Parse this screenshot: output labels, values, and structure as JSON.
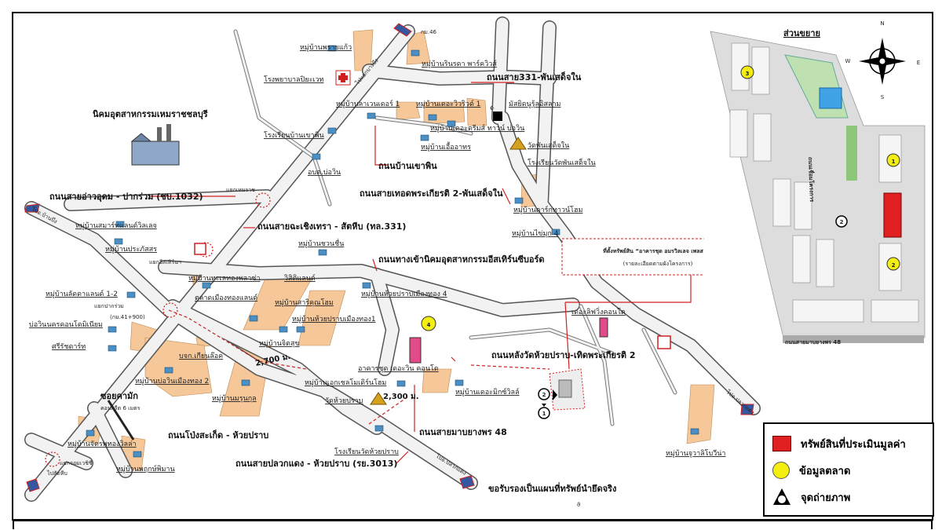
{
  "map": {
    "inset_title": "ส่วนขยาย",
    "compass": {
      "n": "N",
      "s": "S",
      "e": "E",
      "w": "W"
    },
    "industrial_estate": "นิคมอุตสาหกรรมเหมราชชลบุรี",
    "roads": {
      "r1": "ถนนสาย331-พันเสด็จใน",
      "r2": "ถนนบ้านเขาพิน",
      "r3": "ถนนสายเทอดพระเกียรติ 2-พันเสด็จใน",
      "r4": "ถนนสายอ่าวอุดม - ปากร่วม (ชบ.1032)",
      "r5": "ถนนสายฉะเชิงเทรา - สัตหีบ (ทล.331)",
      "r6": "ถนนทางเข้านิคมอุตสาหกรรมอีสเทิร์นซีบอร์ด",
      "r7": "ถนนหลังวัดห้วยปราบ-เทิดพระเกียรติ 2",
      "r8": "ถนนสายมาบยางพร 48",
      "r9": "ถนนโป่งสะเก็ด - ห้วยปราบ",
      "r10": "ถนนสายปลวกแดง - ห้วยปราบ (รย.3013)",
      "inset_road": "ถนนสายมาบยางพร 48",
      "inset_road2": "ถนนเชื่อมโครงการ"
    },
    "directions": {
      "to_nongkho": "ไปแยกบางบึง",
      "to_pluakdaeng": "ไปอ.ปลวกแดง",
      "to_pluakdaeng2": "ไปอ.ปลวกแดง",
      "to_ban_bueng": "ไปอ.บ้านบึง",
      "to_sattahip": "ไปสัตหีบ"
    },
    "places": {
      "p1": "หมู่บ้านพรายแก้ว",
      "p2": "กม.46",
      "p3": "หมู่บ้านรินรดา พาร์ควิวส์",
      "p4": "โรงพยาบาลปิยะเวท",
      "p5": "หมู่บ้านลาเวนเดอร์ 1",
      "p6": "หมู่บ้านเดอะวิวริวด์ 1",
      "p7": "มัสยิดนูรุ้ลอิสลาม",
      "p8": "หมู่บ้านเดอะดรีมส์ ทาวน์ บ่อวิน",
      "p9": "โรงเรียนบ้านเขาพิน",
      "p10": "หมู่บ้านเอื้ออาทร",
      "p11": "วัดพันเสด็จใน",
      "p12": "โรงเรียนวัดพันเสด็จใน",
      "p13": "อบต.บ่อวิน",
      "p14": "แยกเหมราช",
      "p15": "หมู่บ้านดาร์กทาวน์โฮม",
      "p16": "หมู่บ้านสมาร์ทแลนด์วิลเลจ",
      "p17": "หมู่บ้านไข่มุก 4",
      "p18": "หมู่บ้านประภัสสร",
      "p19": "แยกอีสเทิร์นฯ",
      "p20": "หมู่บ้านชวนชื่น",
      "p21": "หมู่บ้านทะเลทองพลาซ่า",
      "p22": "วิสิติแลนด์",
      "p23": "หมู่บ้านห้วยปราบเมืองทอง 4",
      "p24": "หมู่บ้านลัดดาแลนด์ 1-2",
      "p25": "แยกปากร่วม",
      "p26": "ตลาดเมืองทองแลนด์",
      "p27": "หมู่บ้านสาริคุณโฮม",
      "p28": "(กม.41+900)",
      "p29": "หมู่บ้านห้วยปราบเมืองทอง1",
      "p30": "เดอะลิฟวิ่งคอนโด",
      "p31": "บ่อวินนครคอนโดมิเนียม",
      "p32": "หมู่บ้านจิตสุข",
      "p33": "ศรีรัชดาร์ท",
      "p34": "บจก.เกียนล๊อค",
      "p35": "อาคารชุด เดอะวิน คอนโด",
      "p36": "หมู่บ้านบ่อวินเมืองทอง 2",
      "p37": "หมู่บ้านเดอะมิกซ์วิลล์",
      "p38": "หมู่บ้านเอกเชลโมเดิร์นโฮม",
      "p39": "ซอยคามัก",
      "p40": "คอนกรีต 6 เมตร",
      "p41": "หมู่บ้านมรุนกุล",
      "p42": "วัดห้วยปราบ",
      "p43": "หมู่บ้านจัดรพทองวิลล่า",
      "p44": "โรงเรียนวัดห้วยปราบ",
      "p45": "หมู่บ้านพฤกษ์พิมาน",
      "p46": "แยกจอมเวชิชี",
      "p47": "หมู่บ้านจูวาลิโบวีน่า"
    },
    "distances": {
      "d1": "2,700 ม.",
      "d2": "2,300 ม."
    },
    "callout": {
      "line1": "ที่ตั้งทรัพย์สิน “อาคารชุด อมรวิลเลจ เพลส 2”",
      "line2": "(รายละเอียดตามผังโครงการ)"
    },
    "markers": {
      "m4": "4",
      "m1": "1",
      "m2": "2",
      "m3": "3"
    },
    "certify": "ขอรับรองเป็นแผนที่ทรัพย์นำยึดจริง"
  },
  "legend": {
    "appraised": "ทรัพย์สินที่ประเมินมูลค่า",
    "market": "ข้อมูลตลาด",
    "photo": "จุดถ่ายภาพ"
  },
  "colors": {
    "zone": "#f6c899",
    "road_fill": "#f2f2f2",
    "road_stroke": "#555555",
    "red_line": "#d02020",
    "yellow": "#f4ee11",
    "subject": "#e02020",
    "arrow_blue": "#3557a0"
  }
}
